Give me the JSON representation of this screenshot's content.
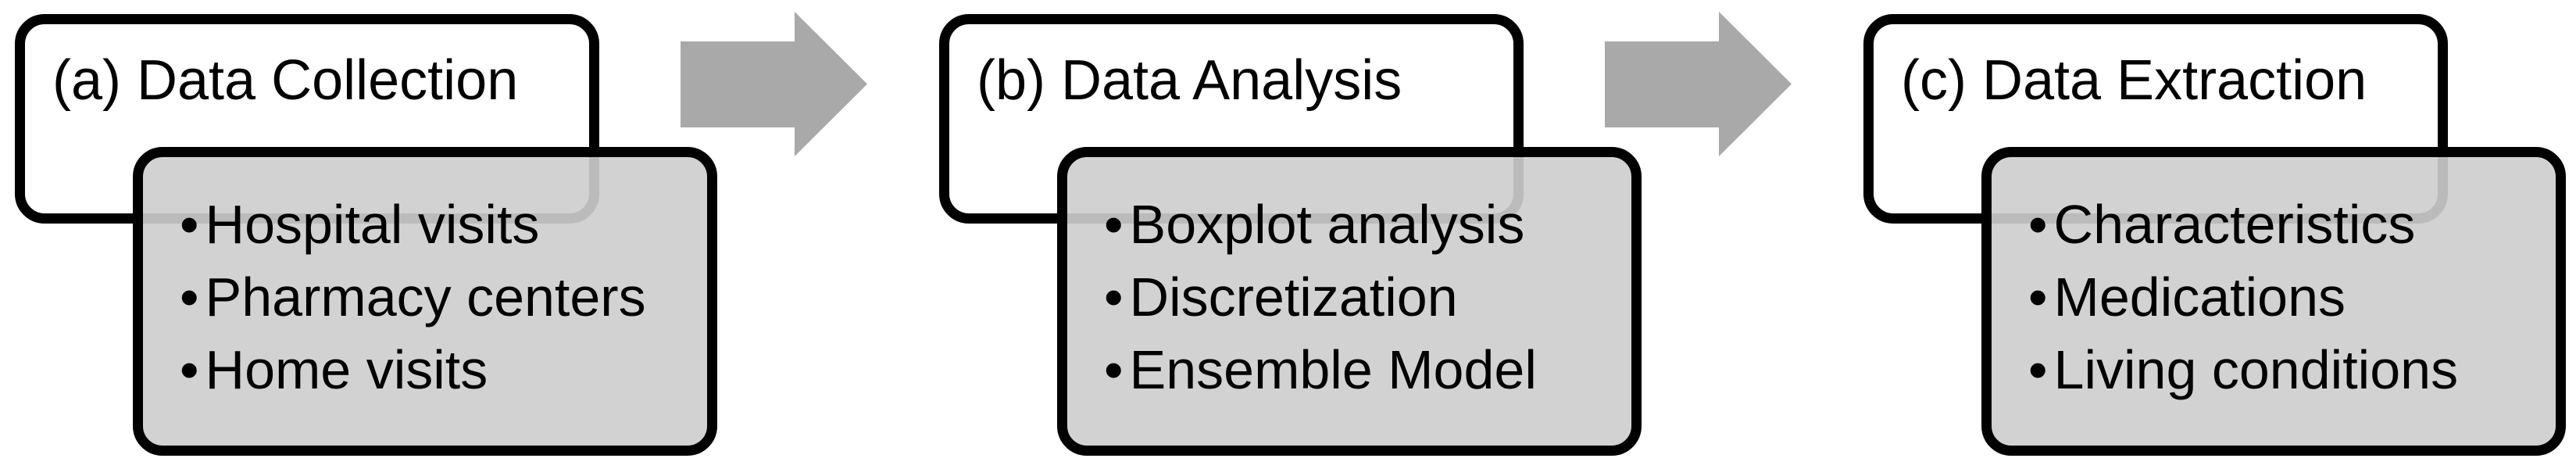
{
  "diagram": {
    "bullet_char": "•",
    "stages": [
      {
        "id": "a",
        "title": "(a) Data Collection",
        "bullets": [
          "Hospital visits",
          "Pharmacy centers",
          "Home visits"
        ]
      },
      {
        "id": "b",
        "title": "(b) Data Analysis",
        "bullets": [
          "Boxplot analysis",
          "Discretization",
          "Ensemble Model"
        ]
      },
      {
        "id": "c",
        "title": "(c) Data Extraction",
        "bullets": [
          "Characteristics",
          "Medications",
          "Living conditions"
        ]
      }
    ],
    "arrows": [
      {
        "from": "a",
        "to": "b",
        "direction": "right"
      },
      {
        "from": "b",
        "to": "c",
        "direction": "right"
      }
    ],
    "colors": {
      "page-bg": "#ffffff",
      "box-border": "#000000",
      "title-box-fill": "#ffffff",
      "note-box-fill": "rgba(206,206,206,0.91)",
      "arrow-fill": "#a9a9a9",
      "text-color": "#000000"
    }
  }
}
